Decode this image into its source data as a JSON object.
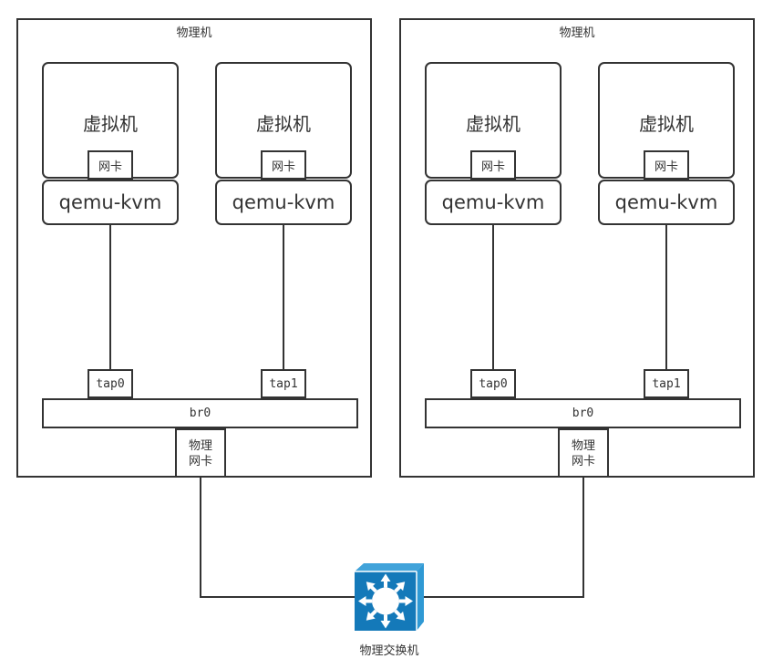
{
  "diagram": {
    "hosts": [
      {
        "title": "物理机",
        "vms": [
          {
            "label": "虚拟机",
            "nic": "网卡"
          },
          {
            "label": "虚拟机",
            "nic": "网卡"
          }
        ],
        "hypervisors": [
          {
            "label": "qemu-kvm"
          },
          {
            "label": "qemu-kvm"
          }
        ],
        "taps": [
          {
            "label": "tap0"
          },
          {
            "label": "tap1"
          }
        ],
        "bridge": {
          "label": "br0"
        },
        "physical_nic": {
          "line1": "物理",
          "line2": "网卡"
        }
      },
      {
        "title": "物理机",
        "vms": [
          {
            "label": "虚拟机",
            "nic": "网卡"
          },
          {
            "label": "虚拟机",
            "nic": "网卡"
          }
        ],
        "hypervisors": [
          {
            "label": "qemu-kvm"
          },
          {
            "label": "qemu-kvm"
          }
        ],
        "taps": [
          {
            "label": "tap0"
          },
          {
            "label": "tap1"
          }
        ],
        "bridge": {
          "label": "br0"
        },
        "physical_nic": {
          "line1": "物理",
          "line2": "网卡"
        }
      }
    ],
    "switch": {
      "label": "物理交换机"
    },
    "colors": {
      "line": "#333333",
      "switch_front": "#1479b9",
      "switch_top": "#41a3da",
      "switch_side": "#2f99d4",
      "switch_glyph": "#ffffff"
    }
  }
}
